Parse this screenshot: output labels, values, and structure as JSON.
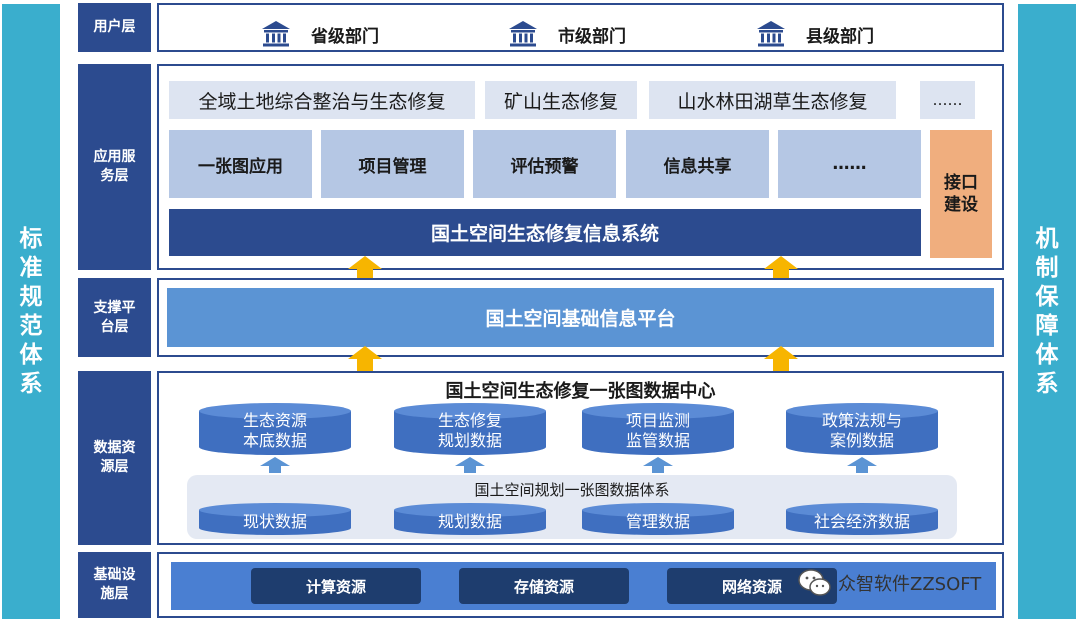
{
  "sides": {
    "left": "标准规范体系",
    "right": "机制保障体系"
  },
  "layers": {
    "user": {
      "label": "用户层",
      "items": [
        {
          "label": "省级部门",
          "icon": "government-building-icon"
        },
        {
          "label": "市级部门",
          "icon": "government-building-icon"
        },
        {
          "label": "县级部门",
          "icon": "government-building-icon"
        }
      ]
    },
    "app": {
      "label": "应用服务层",
      "top_items": [
        "全域土地综合整治与生态修复",
        "矿山生态修复",
        "山水林田湖草生态修复",
        "……"
      ],
      "mid_items": [
        "一张图应用",
        "项目管理",
        "评估预警",
        "信息共享",
        "……"
      ],
      "interface": "接口建设",
      "system": "国土空间生态修复信息系统"
    },
    "platform": {
      "label": "支撑平台层",
      "title": "国土空间基础信息平台"
    },
    "data": {
      "label": "数据资源层",
      "title": "国土空间生态修复一张图数据中心",
      "top_cylinders": [
        [
          "生态资源",
          "本底数据"
        ],
        [
          "生态修复",
          "规划数据"
        ],
        [
          "项目监测",
          "监管数据"
        ],
        [
          "政策法规与",
          "案例数据"
        ]
      ],
      "system_title": "国土空间规划一张图数据体系",
      "bottom_cylinders": [
        "现状数据",
        "规划数据",
        "管理数据",
        "社会经济数据"
      ]
    },
    "infra": {
      "label": "基础设施层",
      "items": [
        "计算资源",
        "存储资源",
        "网络资源"
      ]
    }
  },
  "watermark": "众智软件ZZSOFT",
  "colors": {
    "navy": "#2c4b8f",
    "side": "#3aaecd",
    "light": "#dde4f1",
    "mid": "#b5c7e4",
    "orange": "#f0ae7e",
    "arrow": "#f7b500",
    "cylinder": "#3f6fc0"
  }
}
